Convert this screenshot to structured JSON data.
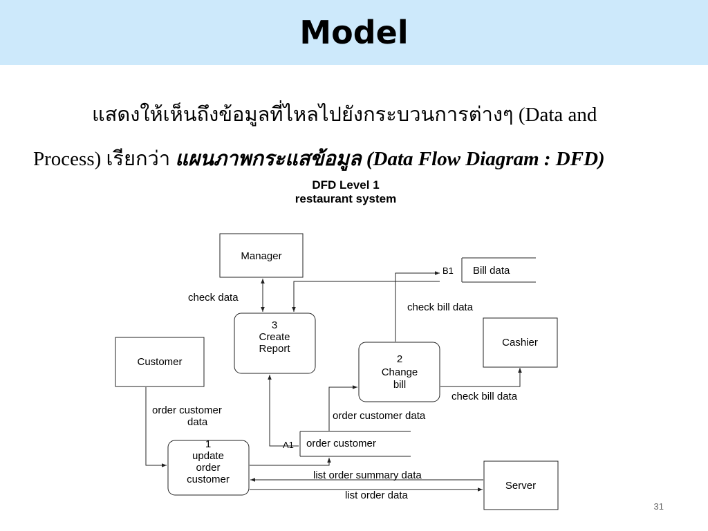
{
  "slide": {
    "title": "Model",
    "page_number": "31"
  },
  "description": {
    "line1": "แสดงให้เห็นถึงข้อมูลที่ไหลไปยังกระบวนการต่างๆ (Data and",
    "line2_prefix": "Process) เรียกว่า ",
    "line2_emphasis": "แผนภาพกระแสข้อมูล (Data Flow Diagram : DFD)"
  },
  "diagram": {
    "title_line1": "DFD Level 1",
    "title_line2": "restaurant system",
    "entities": {
      "manager": "Manager",
      "customer": "Customer",
      "cashier": "Cashier",
      "server": "Server"
    },
    "processes": {
      "p1": [
        "1",
        "update",
        "order",
        "customer"
      ],
      "p2": [
        "2",
        "Change",
        "bill"
      ],
      "p3": [
        "3",
        "Create",
        "Report"
      ]
    },
    "stores": {
      "b1_id": "B1",
      "b1_name": "Bill data",
      "a1_id": "A1",
      "a1_name": "order customer"
    },
    "flows": {
      "check_data": "check data",
      "check_bill_data_top": "check bill data",
      "check_bill_data_bottom": "check bill data",
      "order_customer_data_1": "order customer",
      "order_customer_data_2": "data",
      "order_customer_data_right": "order customer data",
      "list_order_summary_data": "list order summary data",
      "list_order_data": "list order data"
    }
  }
}
